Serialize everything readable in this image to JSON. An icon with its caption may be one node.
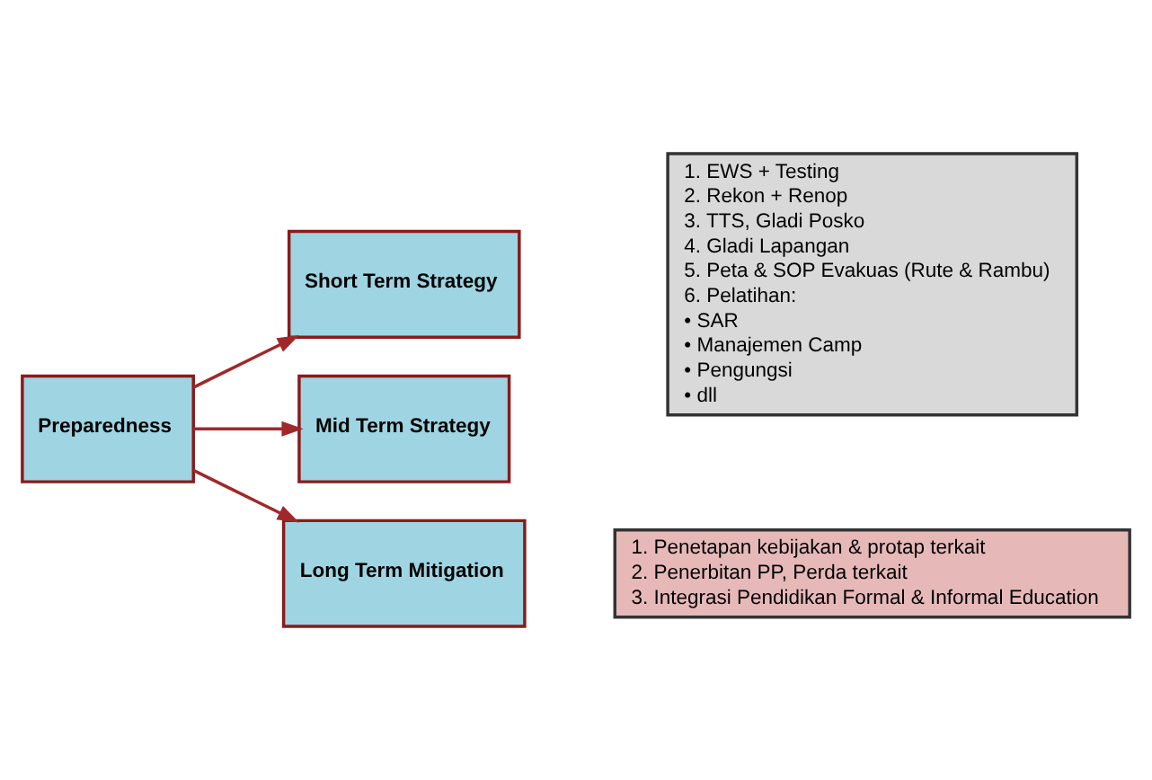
{
  "diagram": {
    "nodes": [
      {
        "text": [
          "Preparedness"
        ]
      },
      {
        "text": [
          "Short Term Strategy"
        ]
      },
      {
        "text": [
          "Mid Term Strategy"
        ]
      },
      {
        "text": [
          "Long Term Mitigation"
        ]
      },
      {
        "text": [
          "1. EWS + Testing",
          "2. Rekon + Renop",
          "3. TTS, Gladi Posko",
          "4. Gladi Lapangan",
          "5. Peta & SOP Evakuas (Rute & Rambu)",
          "6. Pelatihan:",
          "• SAR",
          "• Manajemen Camp",
          "• Pengungsi",
          "• dll"
        ]
      },
      {
        "text": [
          "1. Penetapan kebijakan & protap terkait",
          "2. Penerbitan PP, Perda terkait",
          "3. Integrasi Pendidikan Formal & Informal Education"
        ]
      }
    ],
    "edges": [
      {
        "from": 0,
        "to": 1,
        "arrow": "to"
      },
      {
        "from": 0,
        "to": 2,
        "arrow": "to"
      },
      {
        "from": 0,
        "to": 3,
        "arrow": "to"
      }
    ]
  }
}
